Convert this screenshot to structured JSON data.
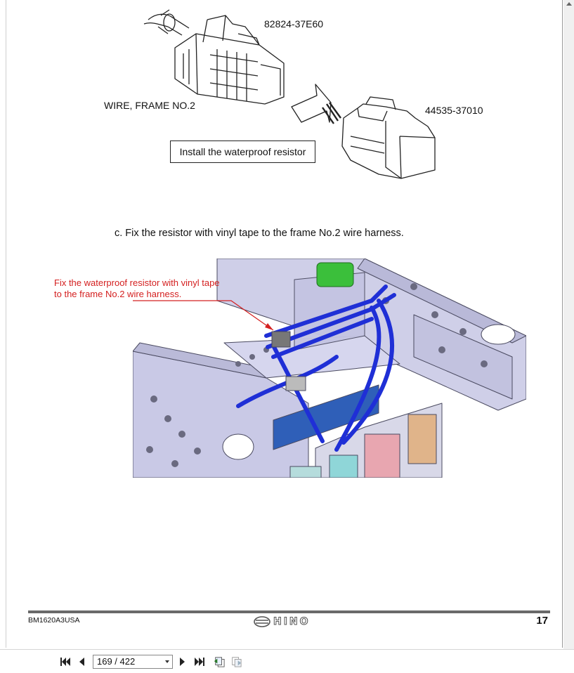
{
  "document": {
    "part_top": "82824-37E60",
    "part_right": "44535-37010",
    "wire_label": "WIRE, FRAME NO.2",
    "install_box": "Install the waterproof resistor",
    "step_text": "c. Fix the resistor with vinyl tape to the frame No.2 wire harness.",
    "callout_line1": "Fix the waterproof resistor with vinyl tape",
    "callout_line2": "to the frame No.2 wire harness.",
    "footer_code": "BM1620A3USA",
    "brand": "HINO",
    "page_number": "17"
  },
  "toolbar": {
    "first_icon": "first-page-icon",
    "prev_icon": "previous-page-icon",
    "page_indicator": "169 / 422",
    "next_icon": "next-page-icon",
    "last_icon": "last-page-icon",
    "back_view_icon": "previous-view-icon",
    "forward_view_icon": "next-view-icon"
  },
  "colors": {
    "callout": "#d42020",
    "harness": "#1f2fd6",
    "frame": "#c9c9e6",
    "bracket": "#2f5fb8",
    "connector": "#3bbf3b"
  }
}
